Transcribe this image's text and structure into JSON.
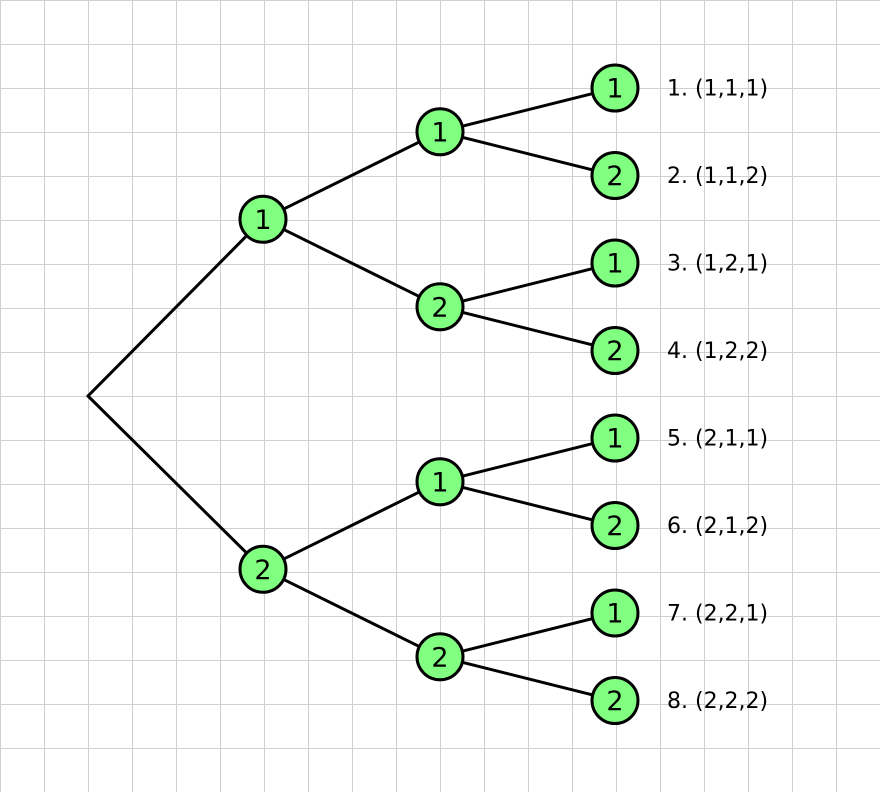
{
  "colors": {
    "node_fill": "#80ff80",
    "node_stroke": "#000000",
    "edge": "#000000",
    "grid": "#cfcfcf",
    "background": "#ffffff"
  },
  "tree": {
    "branches": [
      {
        "label": "1",
        "branches": [
          {
            "label": "1",
            "leaves": [
              {
                "label": "1",
                "outcome": "1. (1,1,1)"
              },
              {
                "label": "2",
                "outcome": "2. (1,1,2)"
              }
            ]
          },
          {
            "label": "2",
            "leaves": [
              {
                "label": "1",
                "outcome": "3. (1,2,1)"
              },
              {
                "label": "2",
                "outcome": "4. (1,2,2)"
              }
            ]
          }
        ]
      },
      {
        "label": "2",
        "branches": [
          {
            "label": "1",
            "leaves": [
              {
                "label": "1",
                "outcome": "5. (2,1,1)"
              },
              {
                "label": "2",
                "outcome": "6. (2,1,2)"
              }
            ]
          },
          {
            "label": "2",
            "leaves": [
              {
                "label": "1",
                "outcome": "7. (2,2,1)"
              },
              {
                "label": "2",
                "outcome": "8. (2,2,2)"
              }
            ]
          }
        ]
      }
    ]
  }
}
